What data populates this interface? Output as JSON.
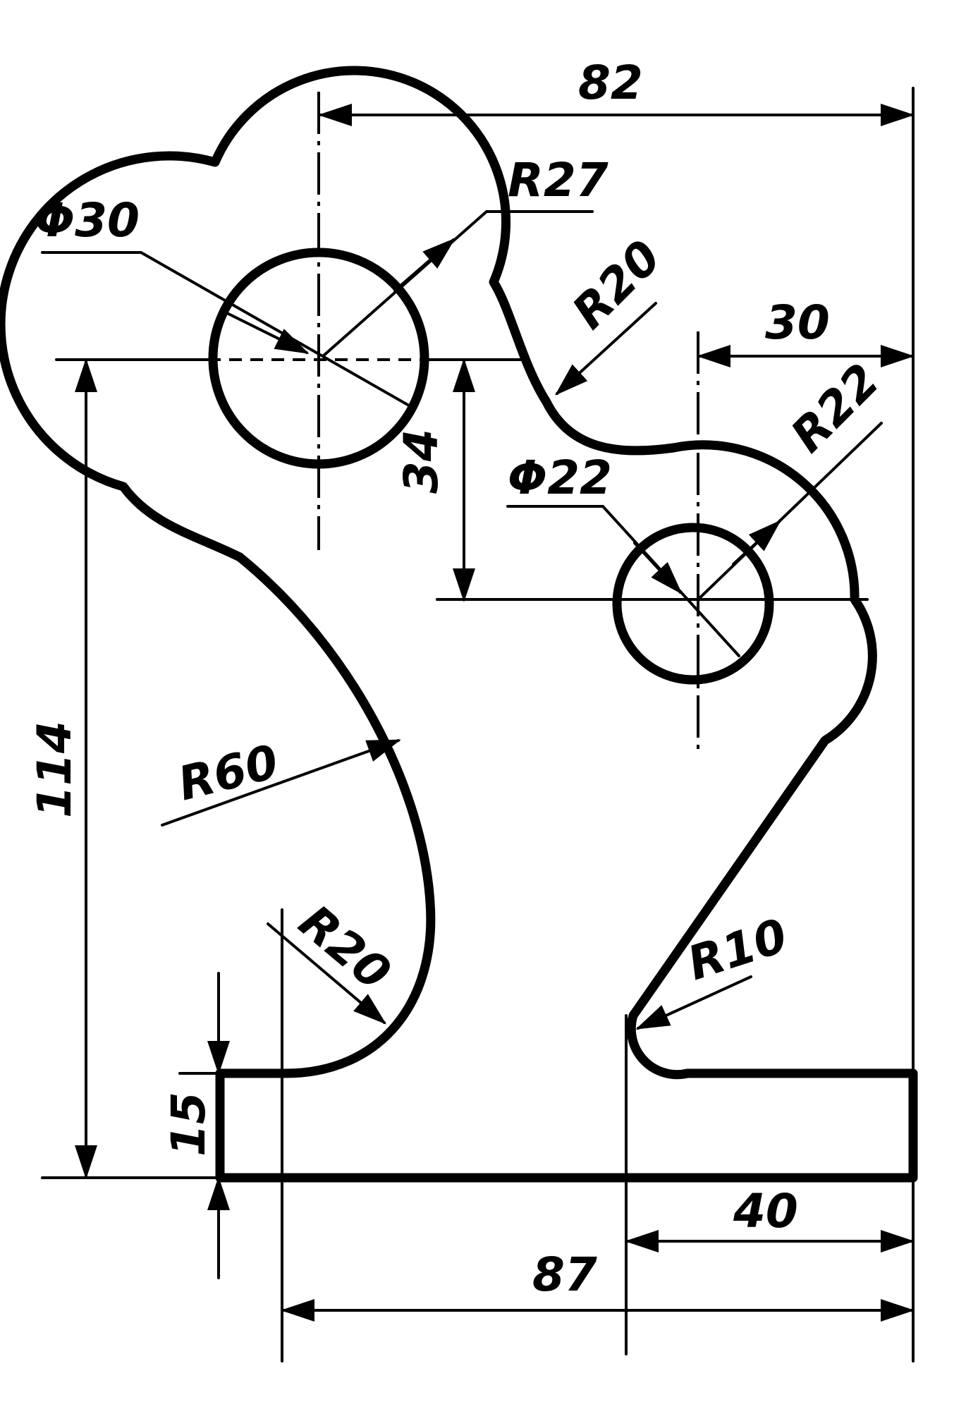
{
  "drawing": {
    "dimensions": {
      "d82": "82",
      "r27": "R27",
      "phi30": "Φ30",
      "r20_top": "R20",
      "d30": "30",
      "r22": "R22",
      "d34": "34",
      "phi22": "Φ22",
      "d114": "114",
      "r60": "R60",
      "r20_bottom": "R20",
      "r10": "R10",
      "d15": "15",
      "d40": "40",
      "d87": "87"
    }
  }
}
